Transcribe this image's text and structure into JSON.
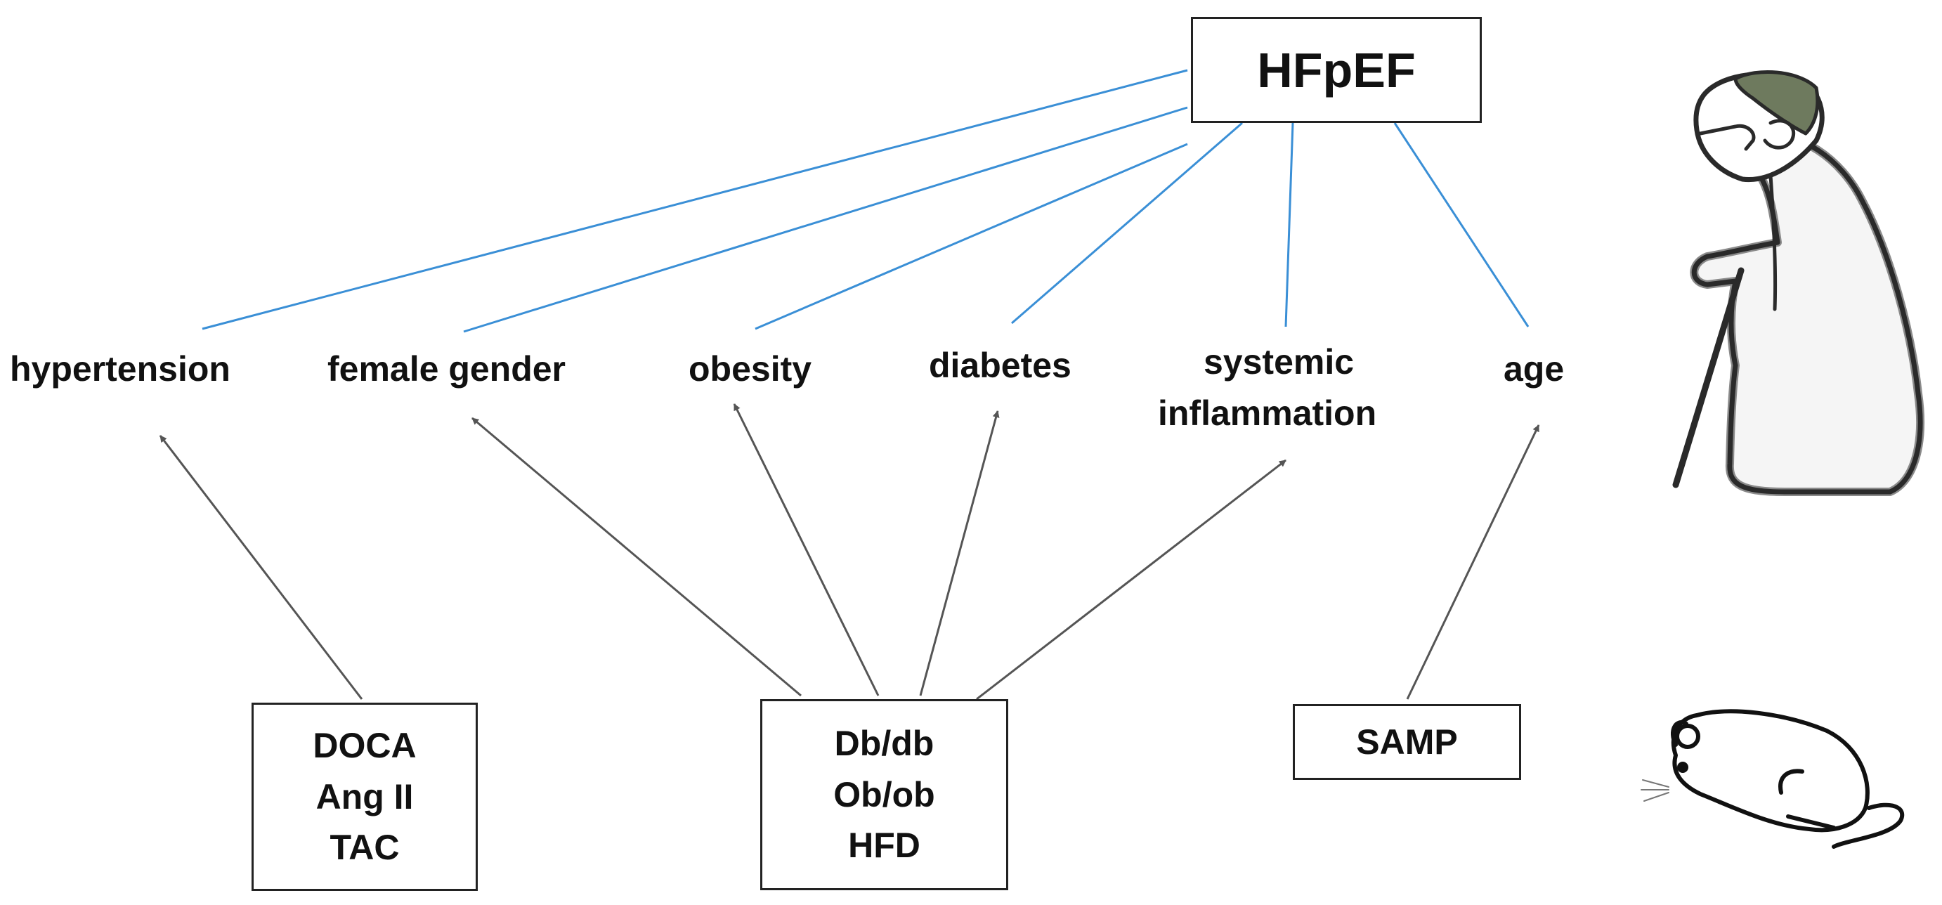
{
  "top": {
    "label": "HFpEF"
  },
  "factors": [
    {
      "label": "hypertension"
    },
    {
      "label": "female gender"
    },
    {
      "label": "obesity"
    },
    {
      "label": "diabetes"
    },
    {
      "label": "systemic"
    },
    {
      "label": "inflammation"
    },
    {
      "label": "age"
    }
  ],
  "models": [
    {
      "lines": [
        "DOCA",
        "Ang II",
        "TAC"
      ]
    },
    {
      "lines": [
        "Db/db",
        "Ob/ob",
        "HFD"
      ]
    },
    {
      "lines": [
        "SAMP"
      ]
    }
  ],
  "colors": {
    "connector": "#3a8fd6",
    "arrow": "#555555",
    "text": "#111111"
  },
  "icons": {
    "human": "elderly-person-with-cane-icon",
    "animal": "mouse-icon"
  }
}
